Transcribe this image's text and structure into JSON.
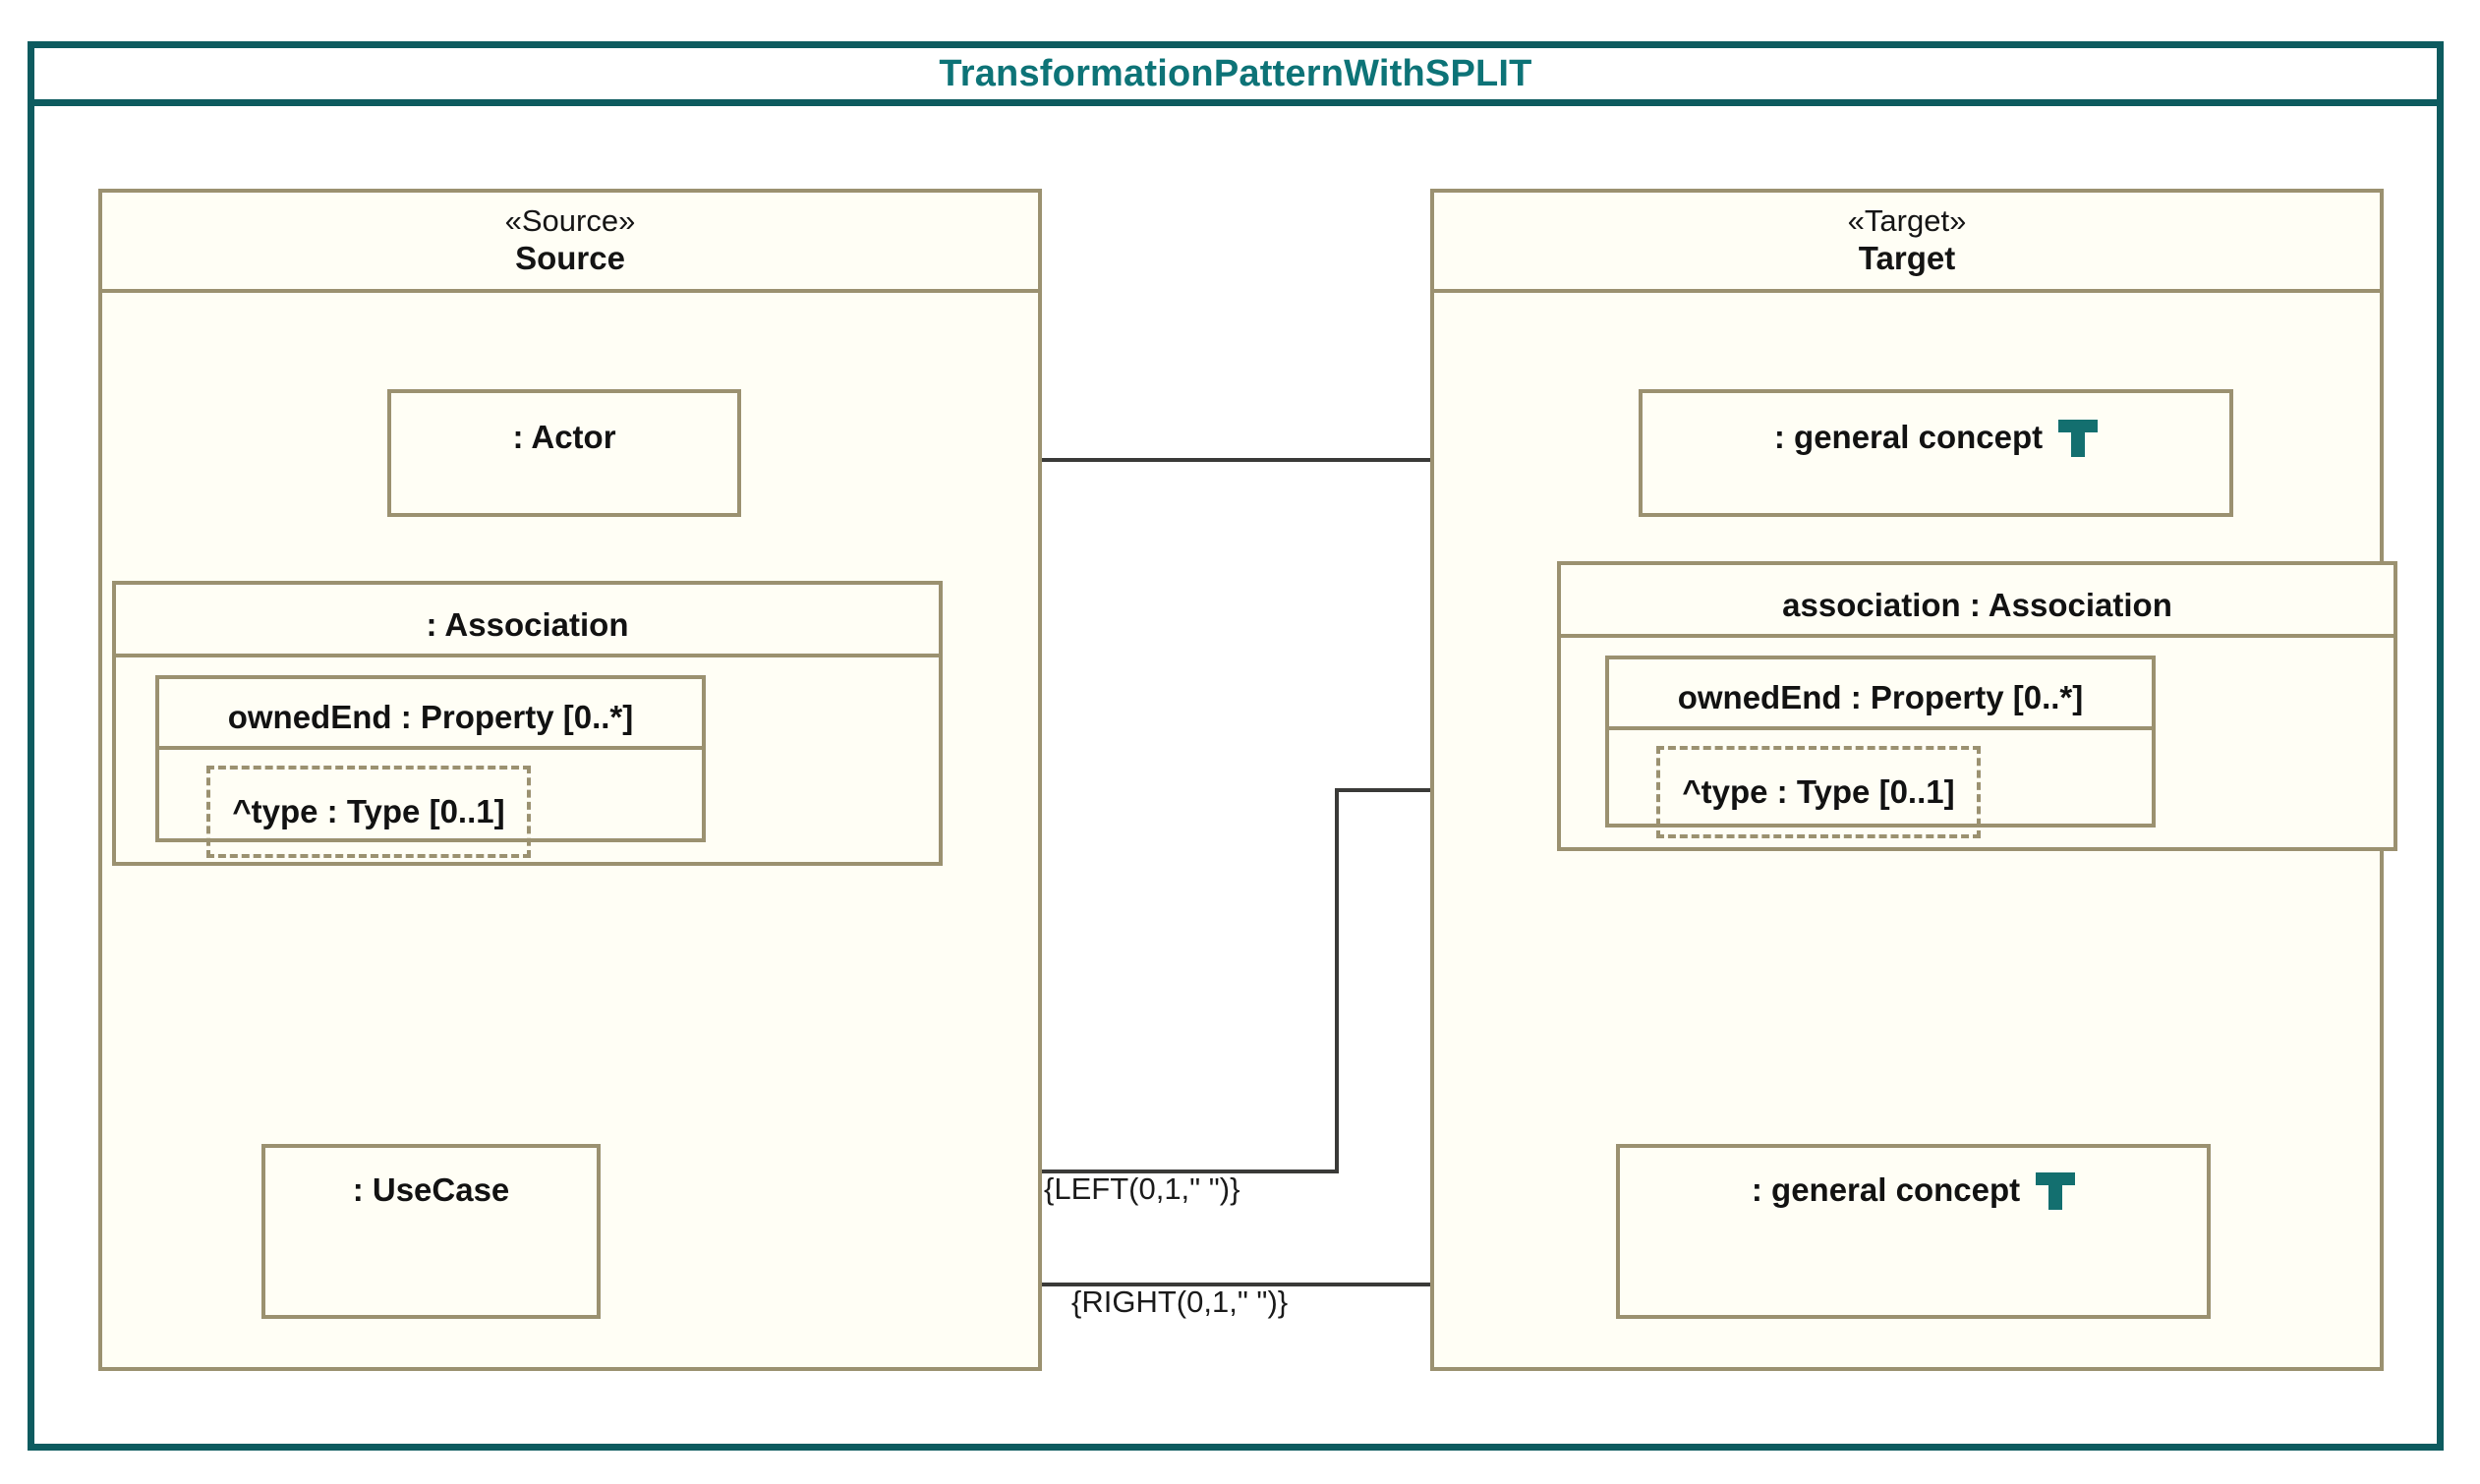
{
  "diagram": {
    "title": "TransformationPatternWithSPLIT",
    "frame_border_color": "#0d5b5f",
    "title_color": "#0d7377",
    "box_border_color": "#9b9170",
    "connector_color": "#3a3a38",
    "icon_color": "#136f6f"
  },
  "source_package": {
    "stereotype": "«Source»",
    "name": "Source",
    "actor": {
      "label": ": Actor"
    },
    "association": {
      "label": ": Association",
      "owned_end": {
        "label": "ownedEnd : Property [0..*]",
        "type_slot": {
          "label": "^type : Type [0..1]"
        }
      }
    },
    "usecase": {
      "label": ": UseCase"
    }
  },
  "target_package": {
    "stereotype": "«Target»",
    "name": "Target",
    "general_concept_top": {
      "label": ": general concept",
      "icon": "t-icon"
    },
    "association": {
      "label": "association : Association",
      "owned_end": {
        "label": "ownedEnd : Property [0..*]",
        "type_slot": {
          "label": "^type : Type [0..1]"
        }
      }
    },
    "general_concept_bottom": {
      "label": ": general concept",
      "icon": "t-icon"
    }
  },
  "connector_labels": {
    "left": "{LEFT(0,1,\" \")}",
    "right": "{RIGHT(0,1,\" \")}"
  }
}
